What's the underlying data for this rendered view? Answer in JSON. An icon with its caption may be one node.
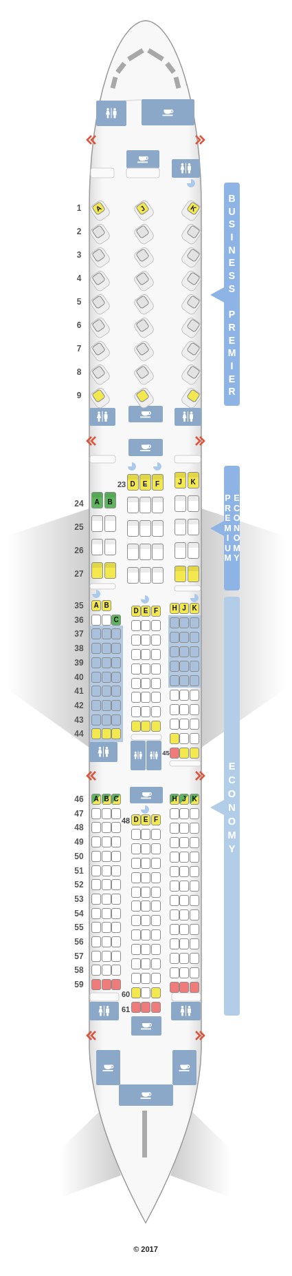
{
  "diagram": {
    "nodes": [
      {
        "text": [
          "BUSINESS PREMIER"
        ]
      },
      {
        "text": [
          "PREMIUM ECONOMY"
        ]
      },
      {
        "text": [
          "ECONOMY"
        ]
      },
      {
        "text": [
          "A"
        ]
      },
      {
        "text": [
          "J"
        ]
      },
      {
        "text": [
          "K"
        ]
      },
      {
        "text": [],
        "shape": "seat"
      },
      {
        "text": [],
        "shape": "seat"
      },
      {
        "text": [],
        "shape": "seat"
      },
      {
        "text": [],
        "shape": "seat"
      },
      {
        "text": [],
        "shape": "seat"
      },
      {
        "text": [],
        "shape": "seat"
      },
      {
        "text": [],
        "shape": "seat"
      },
      {
        "text": [],
        "shape": "seat"
      },
      {
        "text": [],
        "shape": "seat"
      },
      {
        "text": [],
        "shape": "seat"
      },
      {
        "text": [],
        "shape": "seat"
      },
      {
        "text": [],
        "shape": "seat"
      },
      {
        "text": [],
        "shape": "seat"
      },
      {
        "text": [],
        "shape": "seat"
      },
      {
        "text": [],
        "shape": "seat"
      },
      {
        "text": [],
        "shape": "seat"
      },
      {
        "text": [],
        "shape": "seat"
      },
      {
        "text": [],
        "shape": "seat"
      },
      {
        "text": [],
        "shape": "seat"
      },
      {
        "text": [],
        "shape": "seat"
      },
      {
        "text": [],
        "shape": "seat"
      },
      {
        "text": [],
        "shape": "seat"
      },
      {
        "text": [],
        "shape": "seat"
      },
      {
        "text": [],
        "shape": "seat"
      },
      {
        "text": [
          "D"
        ]
      },
      {
        "text": [
          "E"
        ]
      },
      {
        "text": [
          "F"
        ]
      },
      {
        "text": [
          "J"
        ]
      },
      {
        "text": [
          "K"
        ]
      },
      {
        "text": [
          "A"
        ]
      },
      {
        "text": [
          "B"
        ]
      },
      {
        "text": [],
        "shape": "seat"
      },
      {
        "text": [],
        "shape": "seat"
      },
      {
        "text": [],
        "shape": "seat"
      },
      {
        "text": [],
        "shape": "seat"
      },
      {
        "text": [],
        "shape": "seat"
      },
      {
        "text": [],
        "shape": "seat"
      },
      {
        "text": [],
        "shape": "seat"
      },
      {
        "text": [],
        "shape": "seat"
      },
      {
        "text": [],
        "shape": "seat"
      },
      {
        "text": [],
        "shape": "seat"
      },
      {
        "text": [],
        "shape": "seat"
      },
      {
        "text": [],
        "shape": "seat"
      },
      {
        "text": [],
        "shape": "seat"
      },
      {
        "text": [],
        "shape": "seat"
      },
      {
        "text": [],
        "shape": "seat"
      },
      {
        "text": [],
        "shape": "seat"
      },
      {
        "text": [],
        "shape": "seat"
      },
      {
        "text": [],
        "shape": "seat"
      },
      {
        "text": [],
        "shape": "seat"
      },
      {
        "text": [],
        "shape": "seat"
      },
      {
        "text": [],
        "shape": "seat"
      },
      {
        "text": [],
        "shape": "seat"
      },
      {
        "text": [],
        "shape": "seat"
      },
      {
        "text": [],
        "shape": "seat"
      },
      {
        "text": [],
        "shape": "seat"
      },
      {
        "text": [],
        "shape": "seat"
      },
      {
        "text": [
          "A"
        ]
      },
      {
        "text": [
          "B"
        ]
      },
      {
        "text": [
          "D"
        ]
      },
      {
        "text": [
          "E"
        ]
      },
      {
        "text": [
          "F"
        ]
      },
      {
        "text": [
          "H"
        ]
      },
      {
        "text": [
          "J"
        ]
      },
      {
        "text": [
          "K"
        ]
      },
      {
        "text": [],
        "shape": "seat"
      },
      {
        "text": [],
        "shape": "seat"
      },
      {
        "text": [
          "C"
        ]
      },
      {
        "text": [],
        "shape": "seat"
      },
      {
        "text": [],
        "shape": "seat"
      },
      {
        "text": [],
        "shape": "seat"
      },
      {
        "text": [],
        "shape": "seat"
      },
      {
        "text": [],
        "shape": "seat"
      },
      {
        "text": [],
        "shape": "seat"
      },
      {
        "text": [],
        "shape": "seat"
      },
      {
        "text": [],
        "shape": "seat"
      },
      {
        "text": [],
        "shape": "seat"
      },
      {
        "text": [],
        "shape": "seat"
      },
      {
        "text": [],
        "shape": "seat"
      },
      {
        "text": [],
        "shape": "seat"
      },
      {
        "text": [],
        "shape": "seat"
      },
      {
        "text": [],
        "shape": "seat"
      },
      {
        "text": [],
        "shape": "seat"
      },
      {
        "text": [],
        "shape": "seat"
      },
      {
        "text": [],
        "shape": "seat"
      },
      {
        "text": [],
        "shape": "seat"
      },
      {
        "text": [],
        "shape": "seat"
      },
      {
        "text": [],
        "shape": "seat"
      },
      {
        "text": [],
        "shape": "seat"
      },
      {
        "text": [],
        "shape": "seat"
      },
      {
        "text": [],
        "shape": "seat"
      },
      {
        "text": [],
        "shape": "seat"
      },
      {
        "text": [],
        "shape": "seat"
      },
      {
        "text": [],
        "shape": "seat"
      },
      {
        "text": [],
        "shape": "seat"
      },
      {
        "text": [],
        "shape": "seat"
      },
      {
        "text": [],
        "shape": "seat"
      },
      {
        "text": [],
        "shape": "seat"
      },
      {
        "text": [],
        "shape": "seat"
      },
      {
        "text": [],
        "shape": "seat"
      },
      {
        "text": [],
        "shape": "seat"
      },
      {
        "text": [],
        "shape": "seat"
      },
      {
        "text": [],
        "shape": "seat"
      },
      {
        "text": [],
        "shape": "seat"
      },
      {
        "text": [],
        "shape": "seat"
      },
      {
        "text": [],
        "shape": "seat"
      },
      {
        "text": [],
        "shape": "seat"
      },
      {
        "text": [],
        "shape": "seat"
      },
      {
        "text": [],
        "shape": "seat"
      },
      {
        "text": [],
        "shape": "seat"
      },
      {
        "text": [],
        "shape": "seat"
      },
      {
        "text": [],
        "shape": "seat"
      },
      {
        "text": [],
        "shape": "seat"
      },
      {
        "text": [],
        "shape": "seat"
      },
      {
        "text": [],
        "shape": "seat"
      },
      {
        "text": [],
        "shape": "seat"
      },
      {
        "text": [],
        "shape": "seat"
      },
      {
        "text": [],
        "shape": "seat"
      },
      {
        "text": [],
        "shape": "seat"
      },
      {
        "text": [],
        "shape": "seat"
      },
      {
        "text": [],
        "shape": "seat"
      },
      {
        "text": [],
        "shape": "seat"
      },
      {
        "text": [],
        "shape": "seat"
      },
      {
        "text": [],
        "shape": "seat"
      },
      {
        "text": [],
        "shape": "seat"
      },
      {
        "text": [],
        "shape": "seat"
      },
      {
        "text": [],
        "shape": "seat"
      },
      {
        "text": [],
        "shape": "seat"
      },
      {
        "text": [],
        "shape": "seat"
      },
      {
        "text": [],
        "shape": "seat"
      },
      {
        "text": [],
        "shape": "seat"
      },
      {
        "text": [],
        "shape": "seat"
      },
      {
        "text": [],
        "shape": "seat"
      },
      {
        "text": [],
        "shape": "seat"
      },
      {
        "text": [],
        "shape": "seat"
      },
      {
        "text": [],
        "shape": "seat"
      },
      {
        "text": [],
        "shape": "seat"
      },
      {
        "text": [],
        "shape": "seat"
      },
      {
        "text": [],
        "shape": "seat"
      },
      {
        "text": [],
        "shape": "seat"
      },
      {
        "text": [],
        "shape": "seat"
      },
      {
        "text": [],
        "shape": "seat"
      },
      {
        "text": [],
        "shape": "seat"
      },
      {
        "text": [],
        "shape": "seat"
      },
      {
        "text": [],
        "shape": "seat"
      },
      {
        "text": [],
        "shape": "seat"
      },
      {
        "text": [
          "A"
        ]
      },
      {
        "text": [
          "B"
        ]
      },
      {
        "text": [
          "C"
        ]
      },
      {
        "text": [
          "D"
        ]
      },
      {
        "text": [
          "E"
        ]
      },
      {
        "text": [
          "F"
        ]
      },
      {
        "text": [
          "H"
        ]
      },
      {
        "text": [
          "J"
        ]
      },
      {
        "text": [
          "K"
        ]
      },
      {
        "text": [],
        "shape": "seat"
      },
      {
        "text": [],
        "shape": "seat"
      },
      {
        "text": [],
        "shape": "seat"
      },
      {
        "text": [],
        "shape": "seat"
      },
      {
        "text": [],
        "shape": "seat"
      },
      {
        "text": [],
        "shape": "seat"
      },
      {
        "text": [],
        "shape": "seat"
      },
      {
        "text": [],
        "shape": "seat"
      },
      {
        "text": [],
        "shape": "seat"
      },
      {
        "text": [],
        "shape": "seat"
      },
      {
        "text": [],
        "shape": "seat"
      },
      {
        "text": [],
        "shape": "seat"
      },
      {
        "text": [],
        "shape": "seat"
      },
      {
        "text": [],
        "shape": "seat"
      },
      {
        "text": [],
        "shape": "seat"
      },
      {
        "text": [],
        "shape": "seat"
      },
      {
        "text": [],
        "shape": "seat"
      },
      {
        "text": [],
        "shape": "seat"
      },
      {
        "text": [],
        "shape": "seat"
      },
      {
        "text": [],
        "shape": "seat"
      },
      {
        "text": [],
        "shape": "seat"
      },
      {
        "text": [],
        "shape": "seat"
      },
      {
        "text": [],
        "shape": "seat"
      },
      {
        "text": [],
        "shape": "seat"
      },
      {
        "text": [],
        "shape": "seat"
      },
      {
        "text": [],
        "shape": "seat"
      },
      {
        "text": [],
        "shape": "seat"
      },
      {
        "text": [],
        "shape": "seat"
      },
      {
        "text": [],
        "shape": "seat"
      },
      {
        "text": [],
        "shape": "seat"
      },
      {
        "text": [],
        "shape": "seat"
      },
      {
        "text": [],
        "shape": "seat"
      },
      {
        "text": [],
        "shape": "seat"
      },
      {
        "text": [],
        "shape": "seat"
      },
      {
        "text": [],
        "shape": "seat"
      },
      {
        "text": [],
        "shape": "seat"
      },
      {
        "text": [],
        "shape": "seat"
      },
      {
        "text": [],
        "shape": "seat"
      },
      {
        "text": [],
        "shape": "seat"
      },
      {
        "text": [],
        "shape": "seat"
      },
      {
        "text": [],
        "shape": "seat"
      },
      {
        "text": [],
        "shape": "seat"
      },
      {
        "text": [],
        "shape": "seat"
      },
      {
        "text": [],
        "shape": "seat"
      },
      {
        "text": [],
        "shape": "seat"
      },
      {
        "text": [],
        "shape": "seat"
      },
      {
        "text": [],
        "shape": "seat"
      },
      {
        "text": [],
        "shape": "seat"
      },
      {
        "text": [],
        "shape": "seat"
      },
      {
        "text": [],
        "shape": "seat"
      },
      {
        "text": [],
        "shape": "seat"
      },
      {
        "text": [],
        "shape": "seat"
      },
      {
        "text": [],
        "shape": "seat"
      },
      {
        "text": [],
        "shape": "seat"
      },
      {
        "text": [],
        "shape": "seat"
      },
      {
        "text": [],
        "shape": "seat"
      },
      {
        "text": [],
        "shape": "seat"
      },
      {
        "text": [],
        "shape": "seat"
      },
      {
        "text": [],
        "shape": "seat"
      },
      {
        "text": [],
        "shape": "seat"
      },
      {
        "text": [],
        "shape": "seat"
      },
      {
        "text": [],
        "shape": "seat"
      },
      {
        "text": [],
        "shape": "seat"
      },
      {
        "text": [],
        "shape": "seat"
      },
      {
        "text": [],
        "shape": "seat"
      },
      {
        "text": [],
        "shape": "seat"
      },
      {
        "text": [],
        "shape": "seat"
      },
      {
        "text": [],
        "shape": "seat"
      },
      {
        "text": [],
        "shape": "seat"
      },
      {
        "text": [],
        "shape": "seat"
      },
      {
        "text": [],
        "shape": "seat"
      },
      {
        "text": [],
        "shape": "seat"
      },
      {
        "text": [],
        "shape": "seat"
      },
      {
        "text": [],
        "shape": "seat"
      },
      {
        "text": [],
        "shape": "seat"
      },
      {
        "text": [],
        "shape": "seat"
      },
      {
        "text": [],
        "shape": "seat"
      },
      {
        "text": [],
        "shape": "seat"
      },
      {
        "text": [],
        "shape": "seat"
      },
      {
        "text": [],
        "shape": "seat"
      },
      {
        "text": [],
        "shape": "seat"
      },
      {
        "text": [],
        "shape": "seat"
      },
      {
        "text": [],
        "shape": "seat"
      },
      {
        "text": [],
        "shape": "seat"
      },
      {
        "text": [],
        "shape": "seat"
      },
      {
        "text": [],
        "shape": "seat"
      },
      {
        "text": [],
        "shape": "seat"
      },
      {
        "text": [],
        "shape": "seat"
      },
      {
        "text": [],
        "shape": "seat"
      },
      {
        "text": [],
        "shape": "seat"
      },
      {
        "text": [],
        "shape": "seat"
      },
      {
        "text": [],
        "shape": "seat"
      },
      {
        "text": [],
        "shape": "seat"
      },
      {
        "text": [],
        "shape": "seat"
      },
      {
        "text": [],
        "shape": "seat"
      },
      {
        "text": [],
        "shape": "seat"
      },
      {
        "text": [],
        "shape": "seat"
      },
      {
        "text": [],
        "shape": "seat"
      },
      {
        "text": [],
        "shape": "seat"
      },
      {
        "text": [],
        "shape": "seat"
      },
      {
        "text": [],
        "shape": "seat"
      },
      {
        "text": [],
        "shape": "seat"
      },
      {
        "text": [],
        "shape": "seat"
      },
      {
        "text": [],
        "shape": "seat"
      },
      {
        "text": [],
        "shape": "seat"
      },
      {
        "text": [],
        "shape": "seat"
      },
      {
        "text": [],
        "shape": "seat"
      },
      {
        "text": [],
        "shape": "seat"
      },
      {
        "text": [],
        "shape": "seat"
      },
      {
        "text": [],
        "shape": "seat"
      },
      {
        "text": [],
        "shape": "seat"
      },
      {
        "text": [],
        "shape": "seat"
      },
      {
        "text": [],
        "shape": "seat"
      },
      {
        "text": [],
        "shape": "seat"
      },
      {
        "text": [],
        "shape": "seat"
      },
      {
        "text": [],
        "shape": "seat"
      },
      {
        "text": [],
        "shape": "seat"
      }
    ],
    "labels": [
      "1",
      "2",
      "3",
      "4",
      "5",
      "6",
      "7",
      "8",
      "9",
      "23",
      "24",
      "25",
      "26",
      "27",
      "35",
      "36",
      "37",
      "38",
      "39",
      "40",
      "41",
      "42",
      "43",
      "44",
      "45",
      "46",
      "47",
      "48",
      "48",
      "49",
      "50",
      "51",
      "52",
      "53",
      "54",
      "55",
      "56",
      "57",
      "58",
      "59",
      "60",
      "61",
      "© 2017"
    ]
  }
}
